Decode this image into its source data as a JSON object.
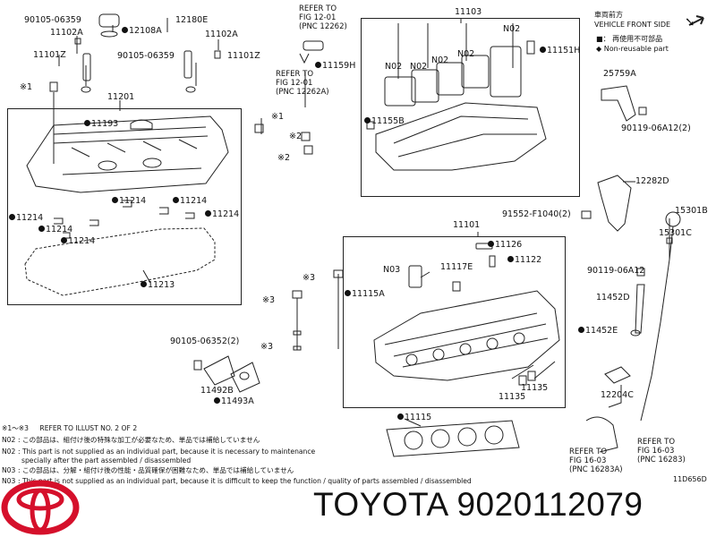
{
  "legend": {
    "header_jp": "車両前方",
    "header_en": "VEHICLE FRONT SIDE",
    "line1": "： 再使用不可部品",
    "line2": "Non-reusable part"
  },
  "refs": {
    "top_a": [
      "REFER TO",
      "FIG 12-01",
      "(PNC 12262)"
    ],
    "top_b": [
      "REFER TO",
      "FIG 12-01",
      "(PNC 12262A)"
    ],
    "bot_a": [
      "REFER TO",
      "FIG 16-03",
      "(PNC 16283A)"
    ],
    "bot_b": [
      "REFER TO",
      "FIG 16-03",
      "(PNC 16283)"
    ]
  },
  "labels": {
    "p90105_06359_a": "90105-06359",
    "p12180e": "12180E",
    "p11102a_a": "11102A",
    "p12108a": "12108A",
    "p11101z_a": "11101Z",
    "p90105_06359_b": "90105-06359",
    "p11102a_b": "11102A",
    "p11101z_b": "11101Z",
    "p11103": "11103",
    "n02_1": "N02",
    "n02_2": "N02",
    "n02_3": "N02",
    "n02_4": "N02",
    "n02_5": "N02",
    "p11151h": "11151H",
    "p11159h": "11159H",
    "p11155b": "11155B",
    "x1_a": "※1",
    "x1_b": "※1",
    "x2_a": "※2",
    "x2_b": "※2",
    "x3_a": "※3",
    "x3_b": "※3",
    "x3_c": "※3",
    "p11201": "11201",
    "p11193": "11193",
    "p11214_1": "11214",
    "p11214_2": "11214",
    "p11214_3": "11214",
    "p11214_4": "11214",
    "p11214_5": "11214",
    "p11214_6": "11214",
    "p11213": "11213",
    "p25759a": "25759A",
    "p90119_06a12_a": "90119-06A12(2)",
    "p12282d": "12282D",
    "p91552": "91552-F1040(2)",
    "p15301b": "15301B",
    "p15301c": "15301C",
    "p11101": "11101",
    "p11126": "11126",
    "p11122": "11122",
    "n03": "N03",
    "p11117e": "11117E",
    "p11115a": "11115A",
    "p90119_06a12_b": "90119-06A12",
    "p11452d": "11452D",
    "p11452e": "11452E",
    "p90105_06352": "90105-06352(2)",
    "p11492b": "11492B",
    "p11493a": "11493A",
    "p11135_a": "11135",
    "p11135_b": "11135",
    "p12204c": "12204C",
    "p11115": "11115",
    "diagram_id": "11D656D"
  },
  "notes": [
    {
      "code": "※1～※3",
      "text": "REFER TO ILLUST NO. 2 OF 2"
    },
    {
      "code": "N02",
      "text": "この部品は、組付け後の特殊な加工が必要なため、単品では補給していません"
    },
    {
      "code": "N02",
      "text": "This part is not supplied as an individual part, because it is necessary to maintenance"
    },
    {
      "code": "",
      "text": "specially after the part assembled / disassembled"
    },
    {
      "code": "N03",
      "text": "この部品は、分解・組付け後の性能・品質確保が困難なため、単品では補給していません"
    },
    {
      "code": "N03",
      "text": "This part is not supplied as an individual part, because it is difficult to keep the function / quality of parts  assembled / disassembled"
    }
  ],
  "brand": {
    "name": "TOYOTA",
    "part_number": "9020112079"
  }
}
